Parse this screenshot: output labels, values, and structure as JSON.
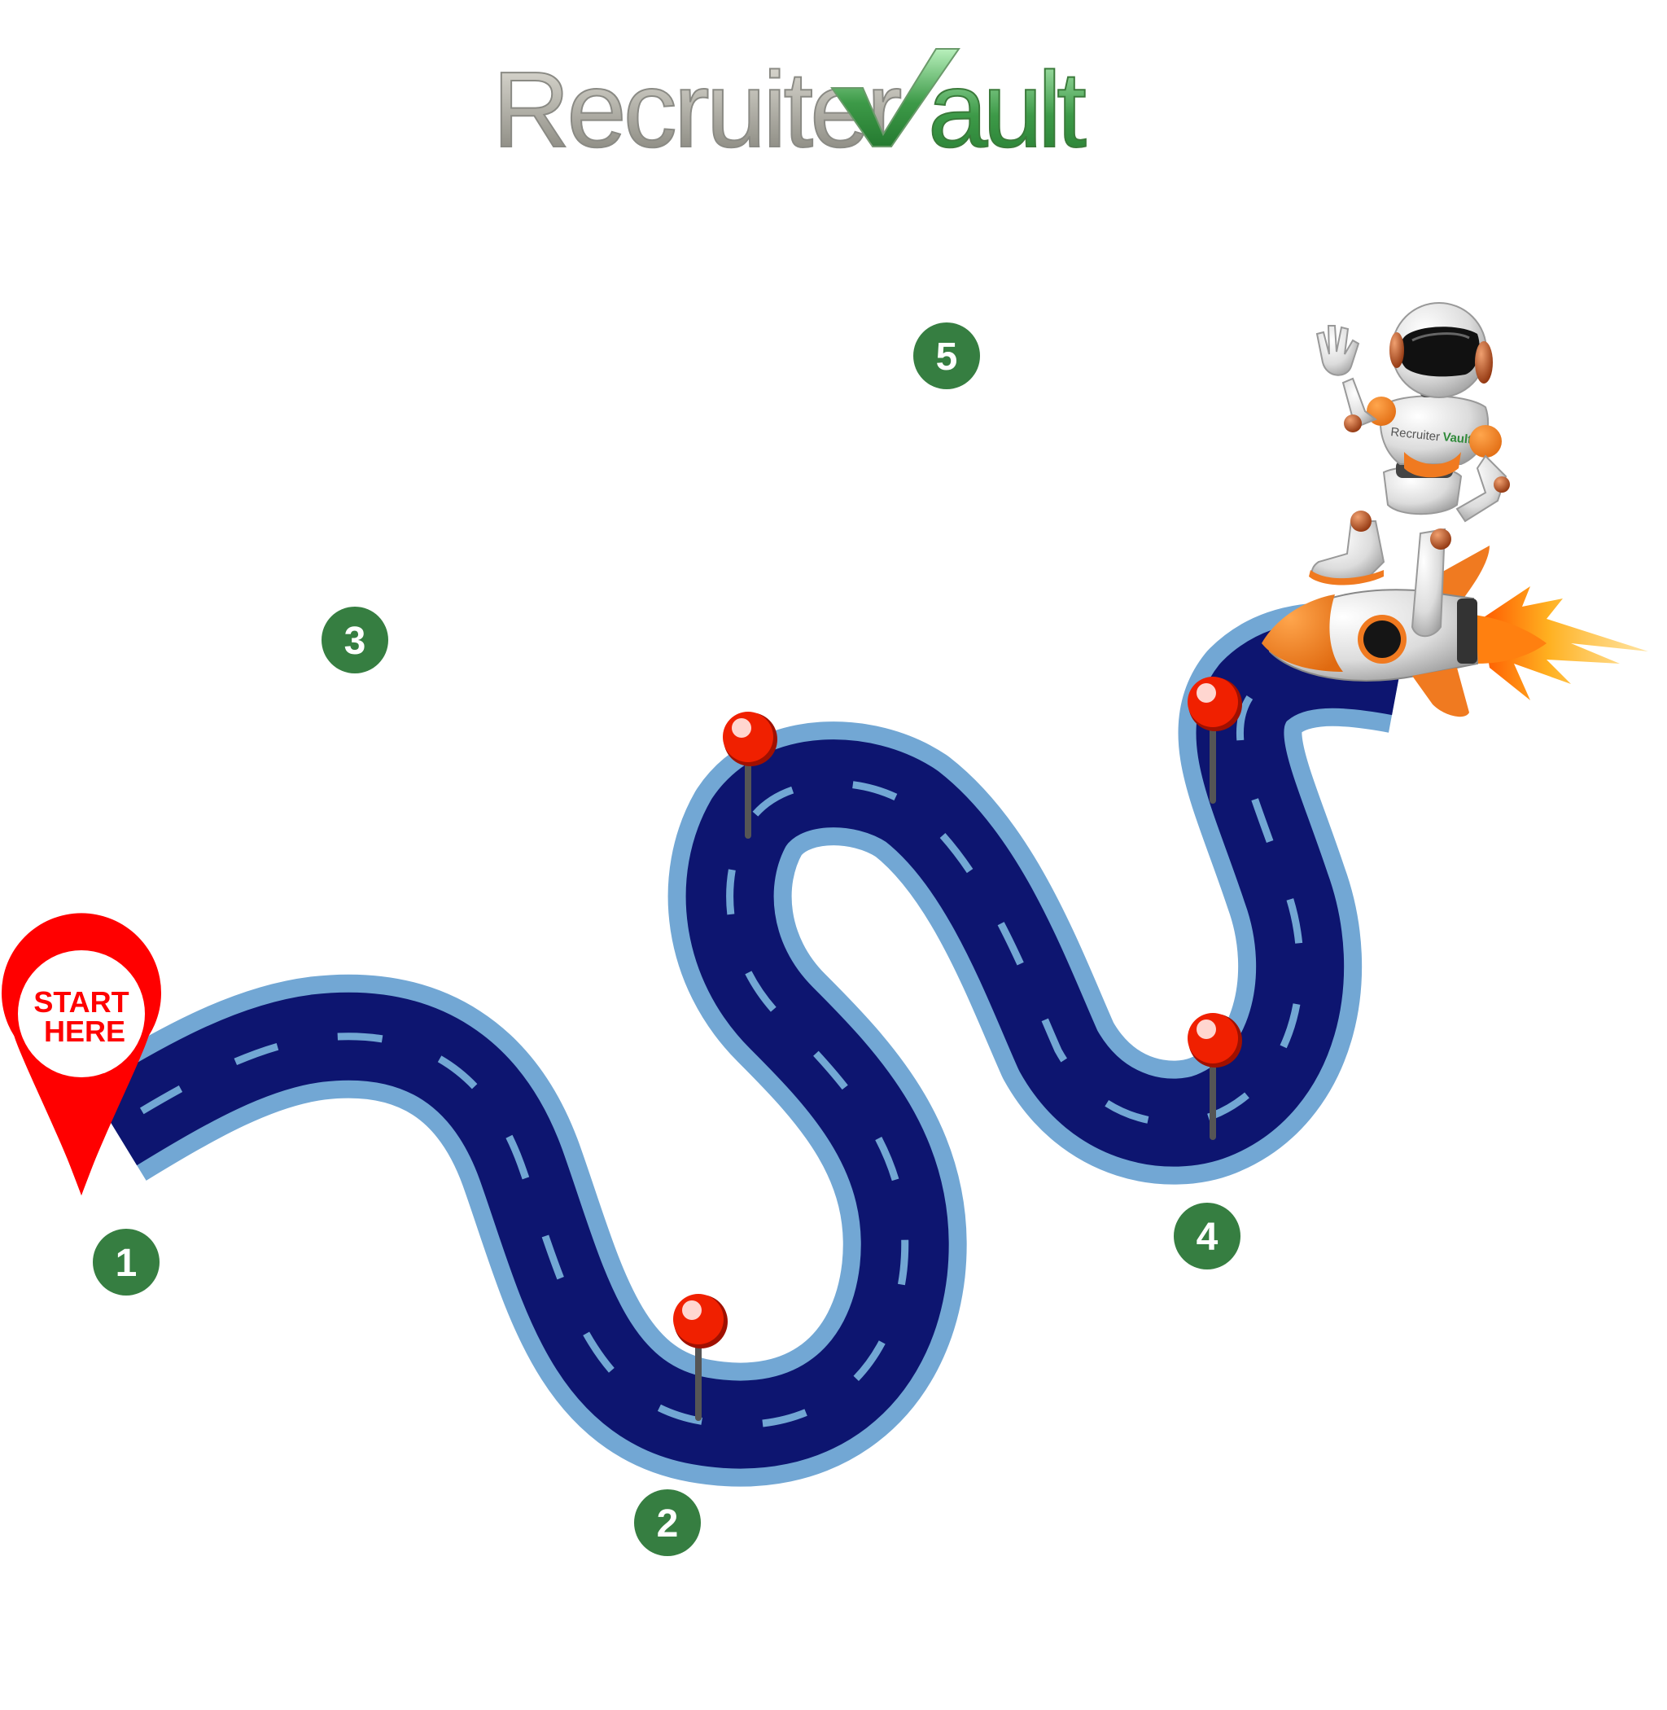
{
  "logo": {
    "part1": "Recruiter",
    "part2": "Vault",
    "part1_color": "#8f8e86",
    "part2_color": "#2f8a3a"
  },
  "start_marker": {
    "line1": "START",
    "line2": "HERE",
    "color": "#ff0000"
  },
  "steps": [
    {
      "label": "1"
    },
    {
      "label": "2"
    },
    {
      "label": "3"
    },
    {
      "label": "4"
    },
    {
      "label": "5"
    }
  ],
  "colors": {
    "road": "#0d1570",
    "road_edge": "#72a7d4",
    "lane_marks": "#72a7d4",
    "step_circle": "#367e41",
    "pin_head": "#f02000",
    "pin_shadow": "#a01000",
    "pin_highlight": "#ffd6d0",
    "pin_needle": "#555555"
  },
  "mascot": {
    "shirt_text_1": "Recruiter",
    "shirt_text_2": "Vault"
  },
  "pins_count": 4
}
